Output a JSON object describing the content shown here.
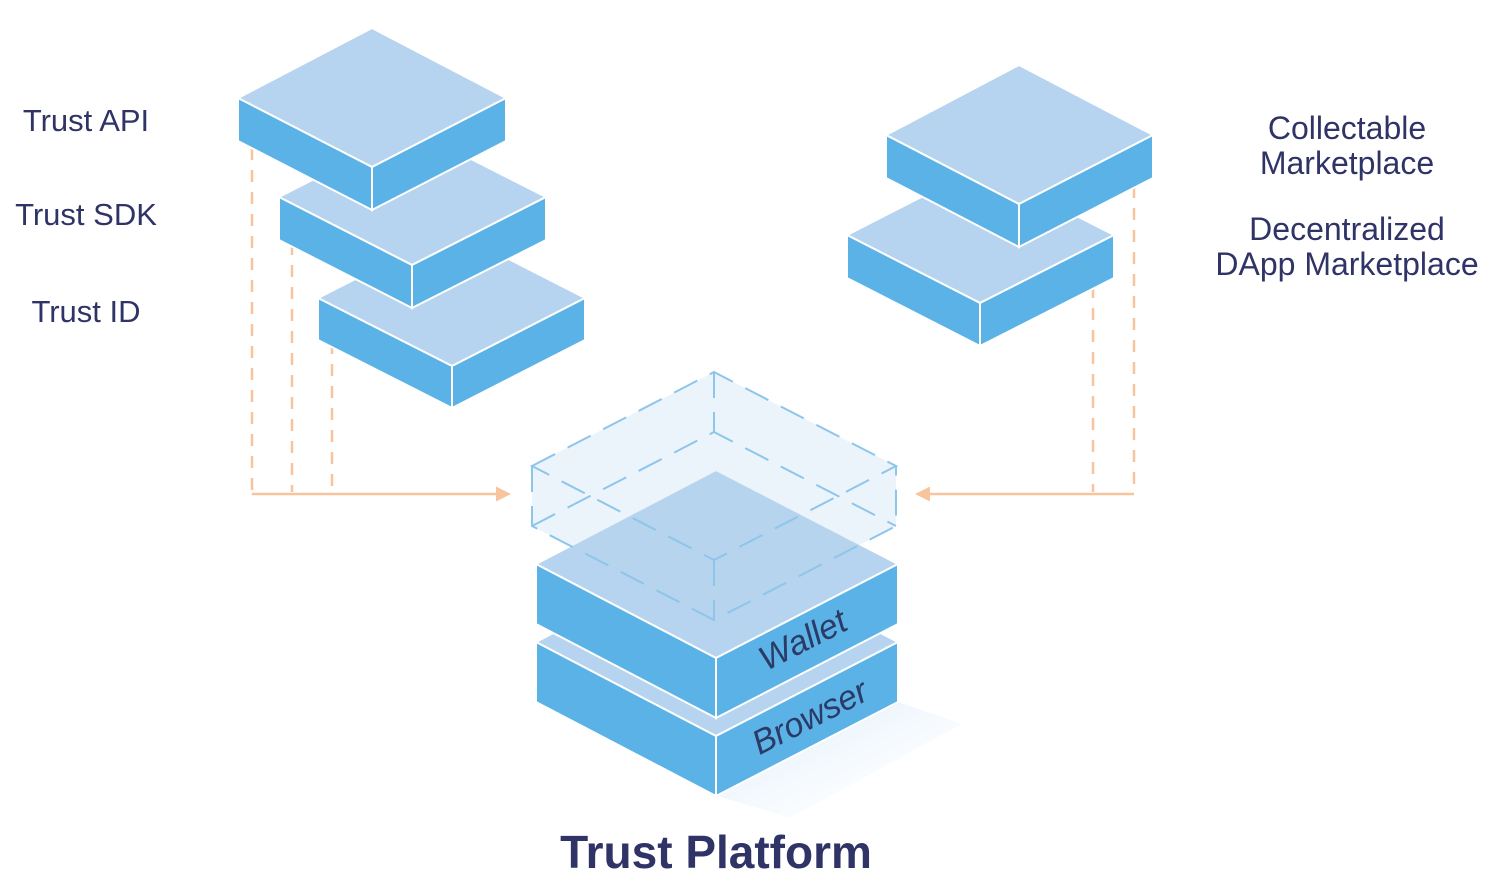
{
  "title": "Trust Platform",
  "left_stack": {
    "items": [
      {
        "label": "Trust API"
      },
      {
        "label": "Trust SDK"
      },
      {
        "label": "Trust ID"
      }
    ]
  },
  "right_stack": {
    "items": [
      {
        "line1": "Collectable",
        "line2": "Marketplace"
      },
      {
        "line1": "Decentralized",
        "line2": "DApp Marketplace"
      }
    ]
  },
  "platform": {
    "layers": [
      {
        "label": "Wallet"
      },
      {
        "label": "Browser"
      }
    ]
  },
  "colors": {
    "top_face": "#b6d3ef",
    "side_face": "#5ab2e6",
    "connector": "#f7c49d",
    "text": "#2f3366"
  }
}
